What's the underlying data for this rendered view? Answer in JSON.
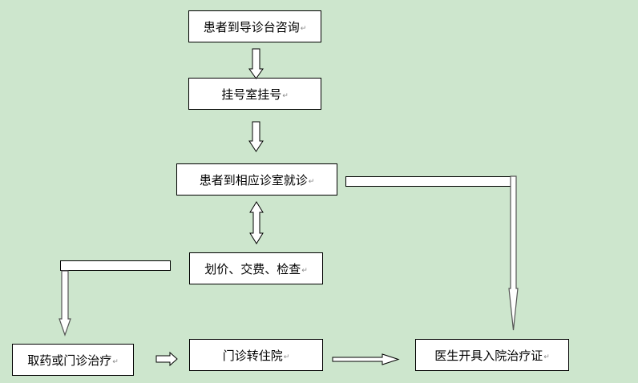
{
  "nodes": {
    "guide_desk": "患者到导诊台咨询",
    "registration": "挂号室挂号",
    "consult_room": "患者到相应诊室就诊",
    "billing_exam": "划价、交费、检查",
    "medicine_treatment": "取药或门诊治疗",
    "transfer_inpatient": "门诊转住院",
    "admission_cert": "医生开具入院治疗证"
  },
  "paragraph_mark": "↵",
  "colors": {
    "background": "#cde6cd",
    "box_fill": "#ffffff",
    "box_border": "#000000"
  }
}
